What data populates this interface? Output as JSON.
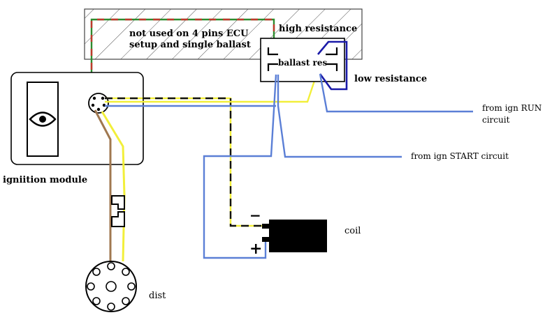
{
  "labels": {
    "not_used_line1": "not used on 4 pins ECU",
    "not_used_line2": "setup and single ballast",
    "high_resistance": "high resistance",
    "ballast_res": "ballast res",
    "low_resistance": "low resistance",
    "from_ign_run_line1": "from ign RUN",
    "from_ign_run_line2": "circuit",
    "from_ign_start": "from ign START circuit",
    "ignition_module": "igniition module",
    "coil": "coil",
    "coil_minus": "−",
    "coil_plus": "+",
    "dist": "dist"
  },
  "wire_colors": {
    "green": "#2e8b2e",
    "red": "#c0392b",
    "black": "#111111",
    "yellow": "#f2ef3a",
    "brown": "#a07850",
    "blue": "#5b7fd6",
    "dark_blue": "#1a1aa8"
  },
  "components": [
    "ignition-module",
    "ballast-resistor",
    "coil",
    "distributor",
    "bullet-connector"
  ]
}
